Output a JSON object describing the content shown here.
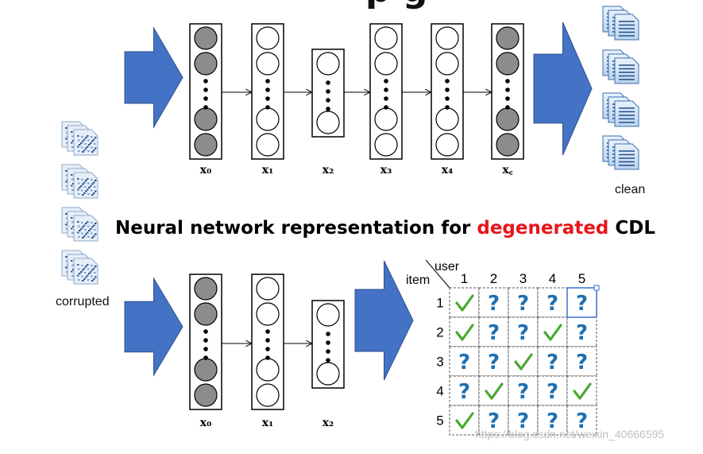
{
  "title_fragment": "p g",
  "caption": {
    "prefix": "Neural network representation for ",
    "highlight": "degenerated",
    "suffix": " CDL"
  },
  "labels": {
    "clean": "clean",
    "corrupted": "corrupted"
  },
  "top_network": {
    "layers": [
      {
        "label": "x₀",
        "kind": "tall",
        "shaded": true
      },
      {
        "label": "x₁",
        "kind": "tall",
        "shaded": false
      },
      {
        "label": "x₂",
        "kind": "short",
        "shaded": false
      },
      {
        "label": "x₃",
        "kind": "tall",
        "shaded": false
      },
      {
        "label": "x₄",
        "kind": "tall",
        "shaded": false
      },
      {
        "label": "x꜀",
        "kind": "tall",
        "shaded": true
      }
    ]
  },
  "bottom_network": {
    "layers": [
      {
        "label": "x₀",
        "kind": "tall",
        "shaded": true
      },
      {
        "label": "x₁",
        "kind": "tall",
        "shaded": false
      },
      {
        "label": "x₂",
        "kind": "short",
        "shaded": false
      }
    ]
  },
  "matrix": {
    "col_header": "user",
    "row_header": "item",
    "columns": [
      "1",
      "2",
      "3",
      "4",
      "5"
    ],
    "rows": [
      "1",
      "2",
      "3",
      "4",
      "5"
    ],
    "cells": [
      [
        "check",
        "?",
        "?",
        "?",
        "?"
      ],
      [
        "check",
        "?",
        "?",
        "check",
        "?"
      ],
      [
        "?",
        "?",
        "check",
        "?",
        "?"
      ],
      [
        "?",
        "check",
        "?",
        "?",
        "check"
      ],
      [
        "check",
        "?",
        "?",
        "?",
        "?"
      ]
    ]
  },
  "colors": {
    "arrow": "#4472c4",
    "arrow_stroke": "#2f528f",
    "shaded_node": "#8c8c8c",
    "check": "#4aa832",
    "question": "#1f6fb0",
    "highlight": "#e8141b"
  },
  "watermark": "https://blog.csdn.net/weixin_40666595"
}
